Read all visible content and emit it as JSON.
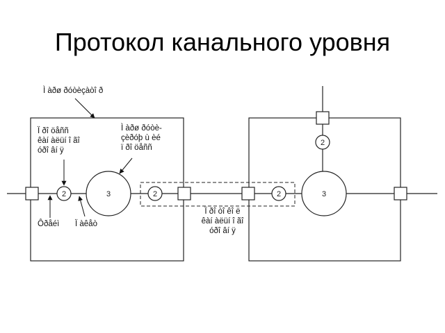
{
  "slide": {
    "title": "Протокол канального уровня"
  },
  "diagram": {
    "labels": {
      "router": "Ì àðø ðóòèçàòî ð",
      "process_left": [
        "Ï ðî öåññ",
        "êàí àëüí î ãî",
        "óðî âí ÿ"
      ],
      "router_process": [
        "Ì àðø ðóòè-",
        "çèðóþ ù èé",
        "ï ðî öåññ"
      ],
      "frame": "Ôðåéì",
      "packet": "Ï àêåò",
      "protocol": [
        "Ï ðî òî êî ë",
        "êàí àëüí î ãî",
        "óðî âí ÿ"
      ]
    },
    "nodes": {
      "process_number": "2",
      "router_number": "3"
    }
  }
}
